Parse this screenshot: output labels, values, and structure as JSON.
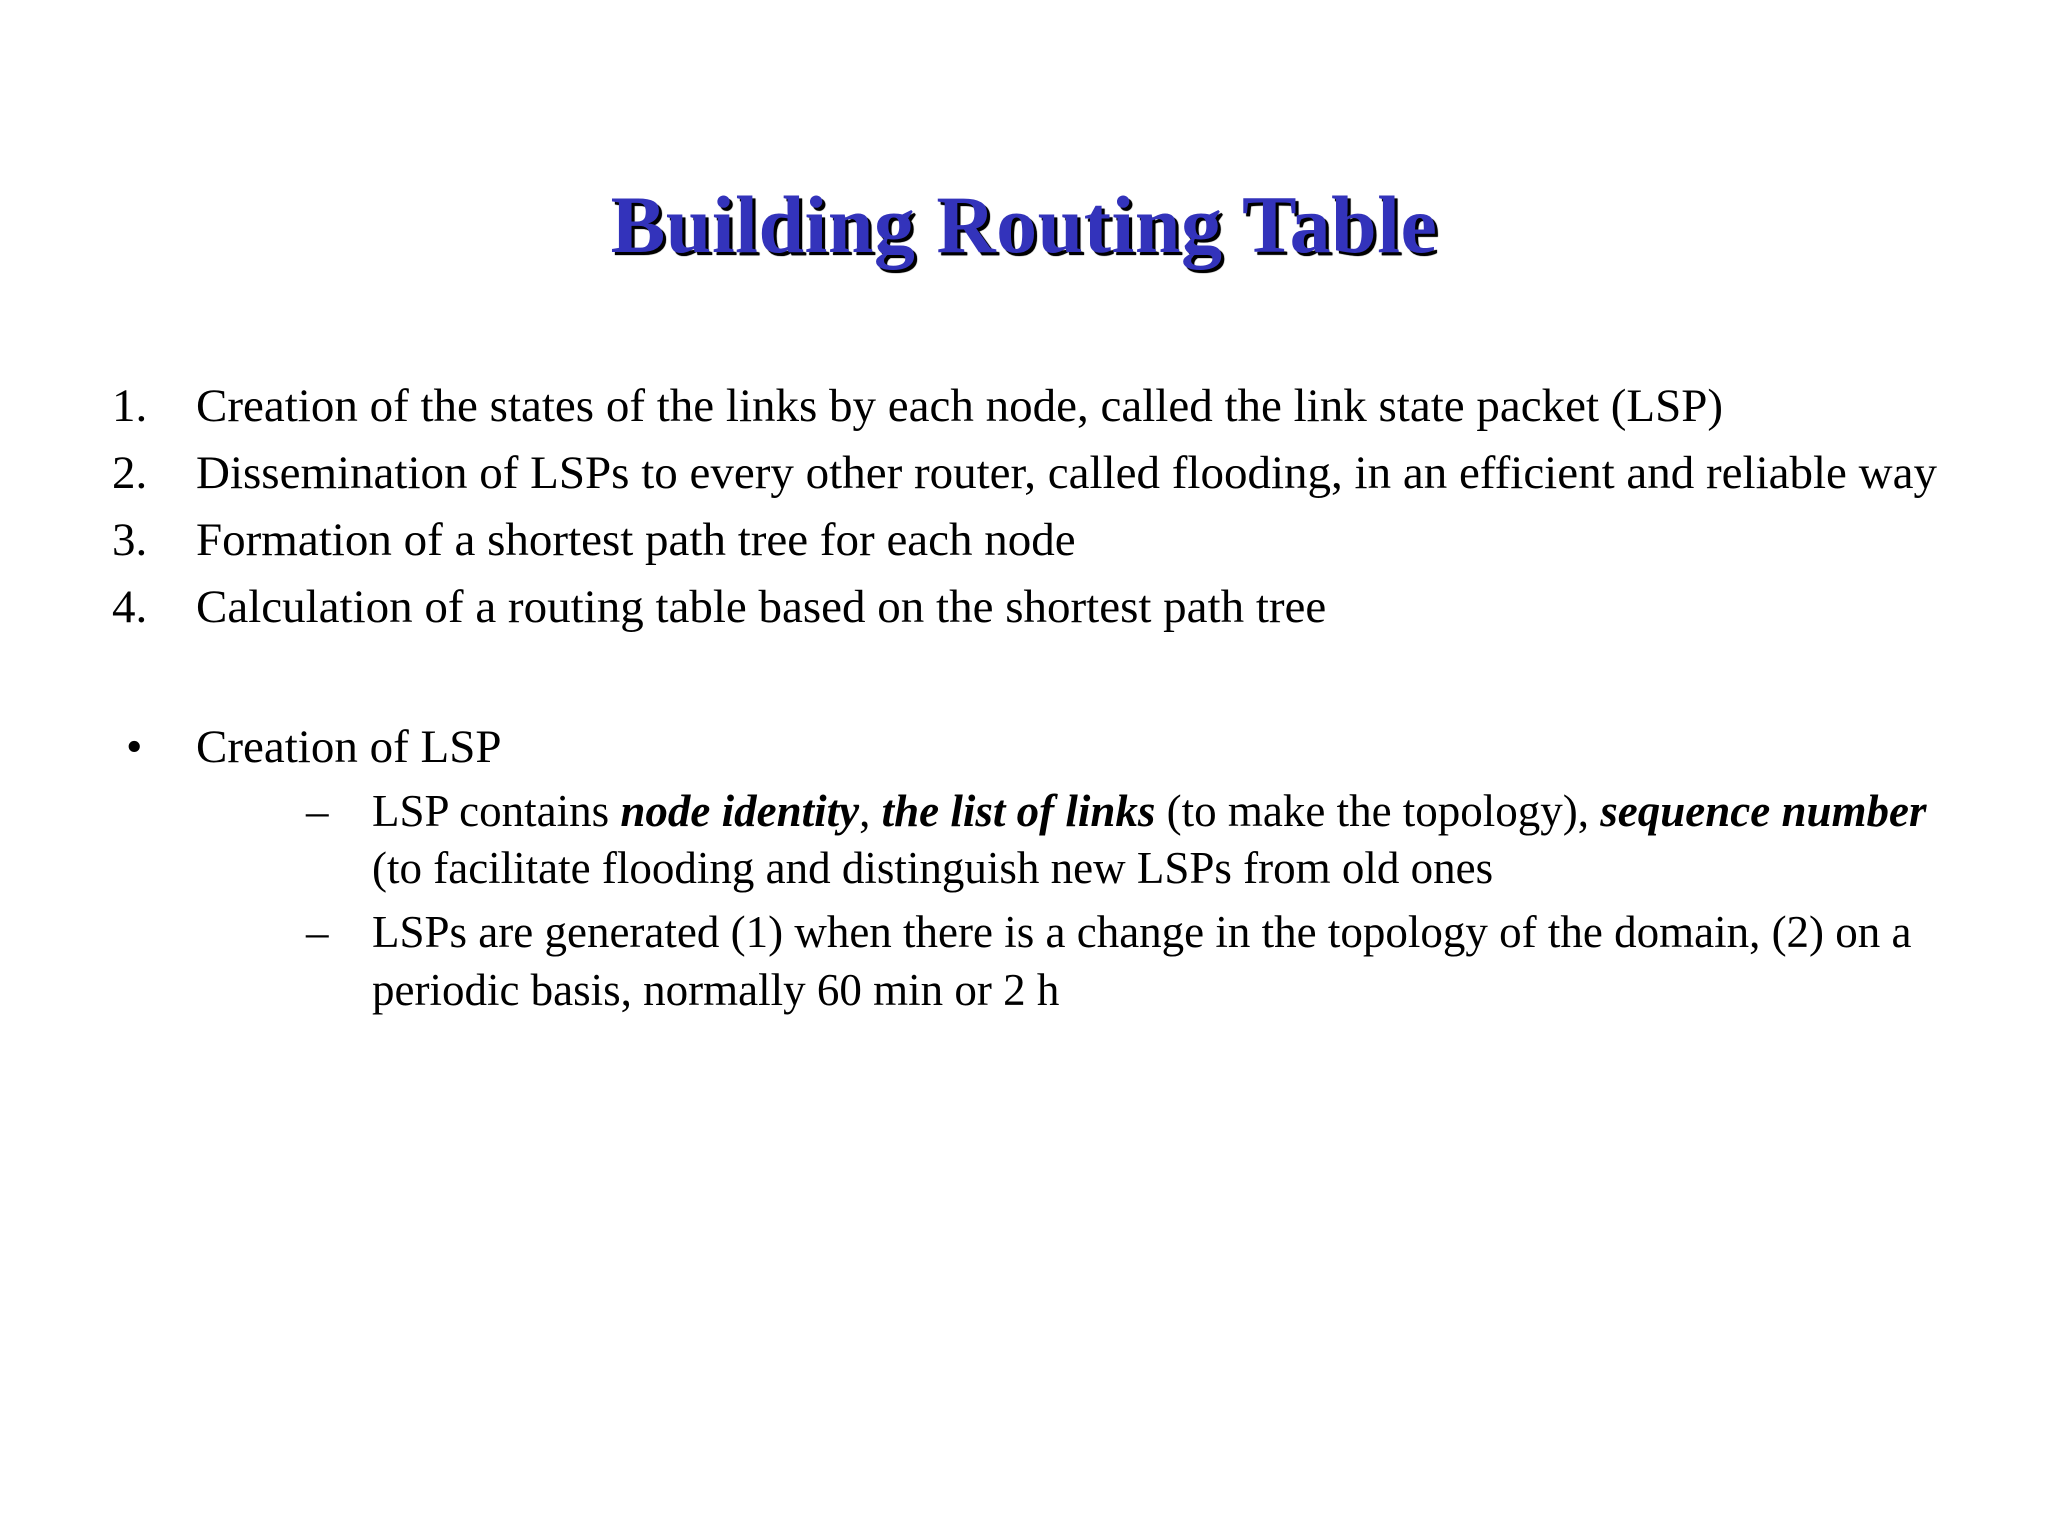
{
  "slide": {
    "background_color": "#ffffff",
    "text_color": "#000000",
    "title": {
      "text": "Building Routing Table",
      "color": "#3333bb",
      "shadow_color": "#000000"
    },
    "numbered_list": {
      "markers": [
        "1.",
        "2.",
        "3.",
        "4."
      ],
      "items": [
        "Creation of the states of the links by each node, called the link state packet (LSP)",
        "Dissemination of LSPs to every other router, called flooding, in an efficient and reliable way",
        "Formation of a shortest path tree for each node",
        "Calculation of a routing table based on the shortest path tree"
      ]
    },
    "bullet_section": {
      "marker": "•",
      "heading": "Creation of LSP",
      "sub_marker": "–",
      "sub_items": [
        {
          "segments": [
            {
              "text": "LSP contains ",
              "style": "normal"
            },
            {
              "text": "node identity",
              "style": "bold-italic"
            },
            {
              "text": ", ",
              "style": "normal"
            },
            {
              "text": "the list of links",
              "style": "bold-italic"
            },
            {
              "text": " (to make the topology), ",
              "style": "normal"
            },
            {
              "text": "sequence number",
              "style": "bold-italic"
            },
            {
              "text": " (to facilitate flooding and distinguish new LSPs from old ones",
              "style": "normal"
            }
          ]
        },
        {
          "segments": [
            {
              "text": "LSPs are generated (1) when there is a change in the topology of the domain, (2) on a periodic basis, normally 60 min or 2 h",
              "style": "normal"
            }
          ]
        }
      ]
    }
  }
}
